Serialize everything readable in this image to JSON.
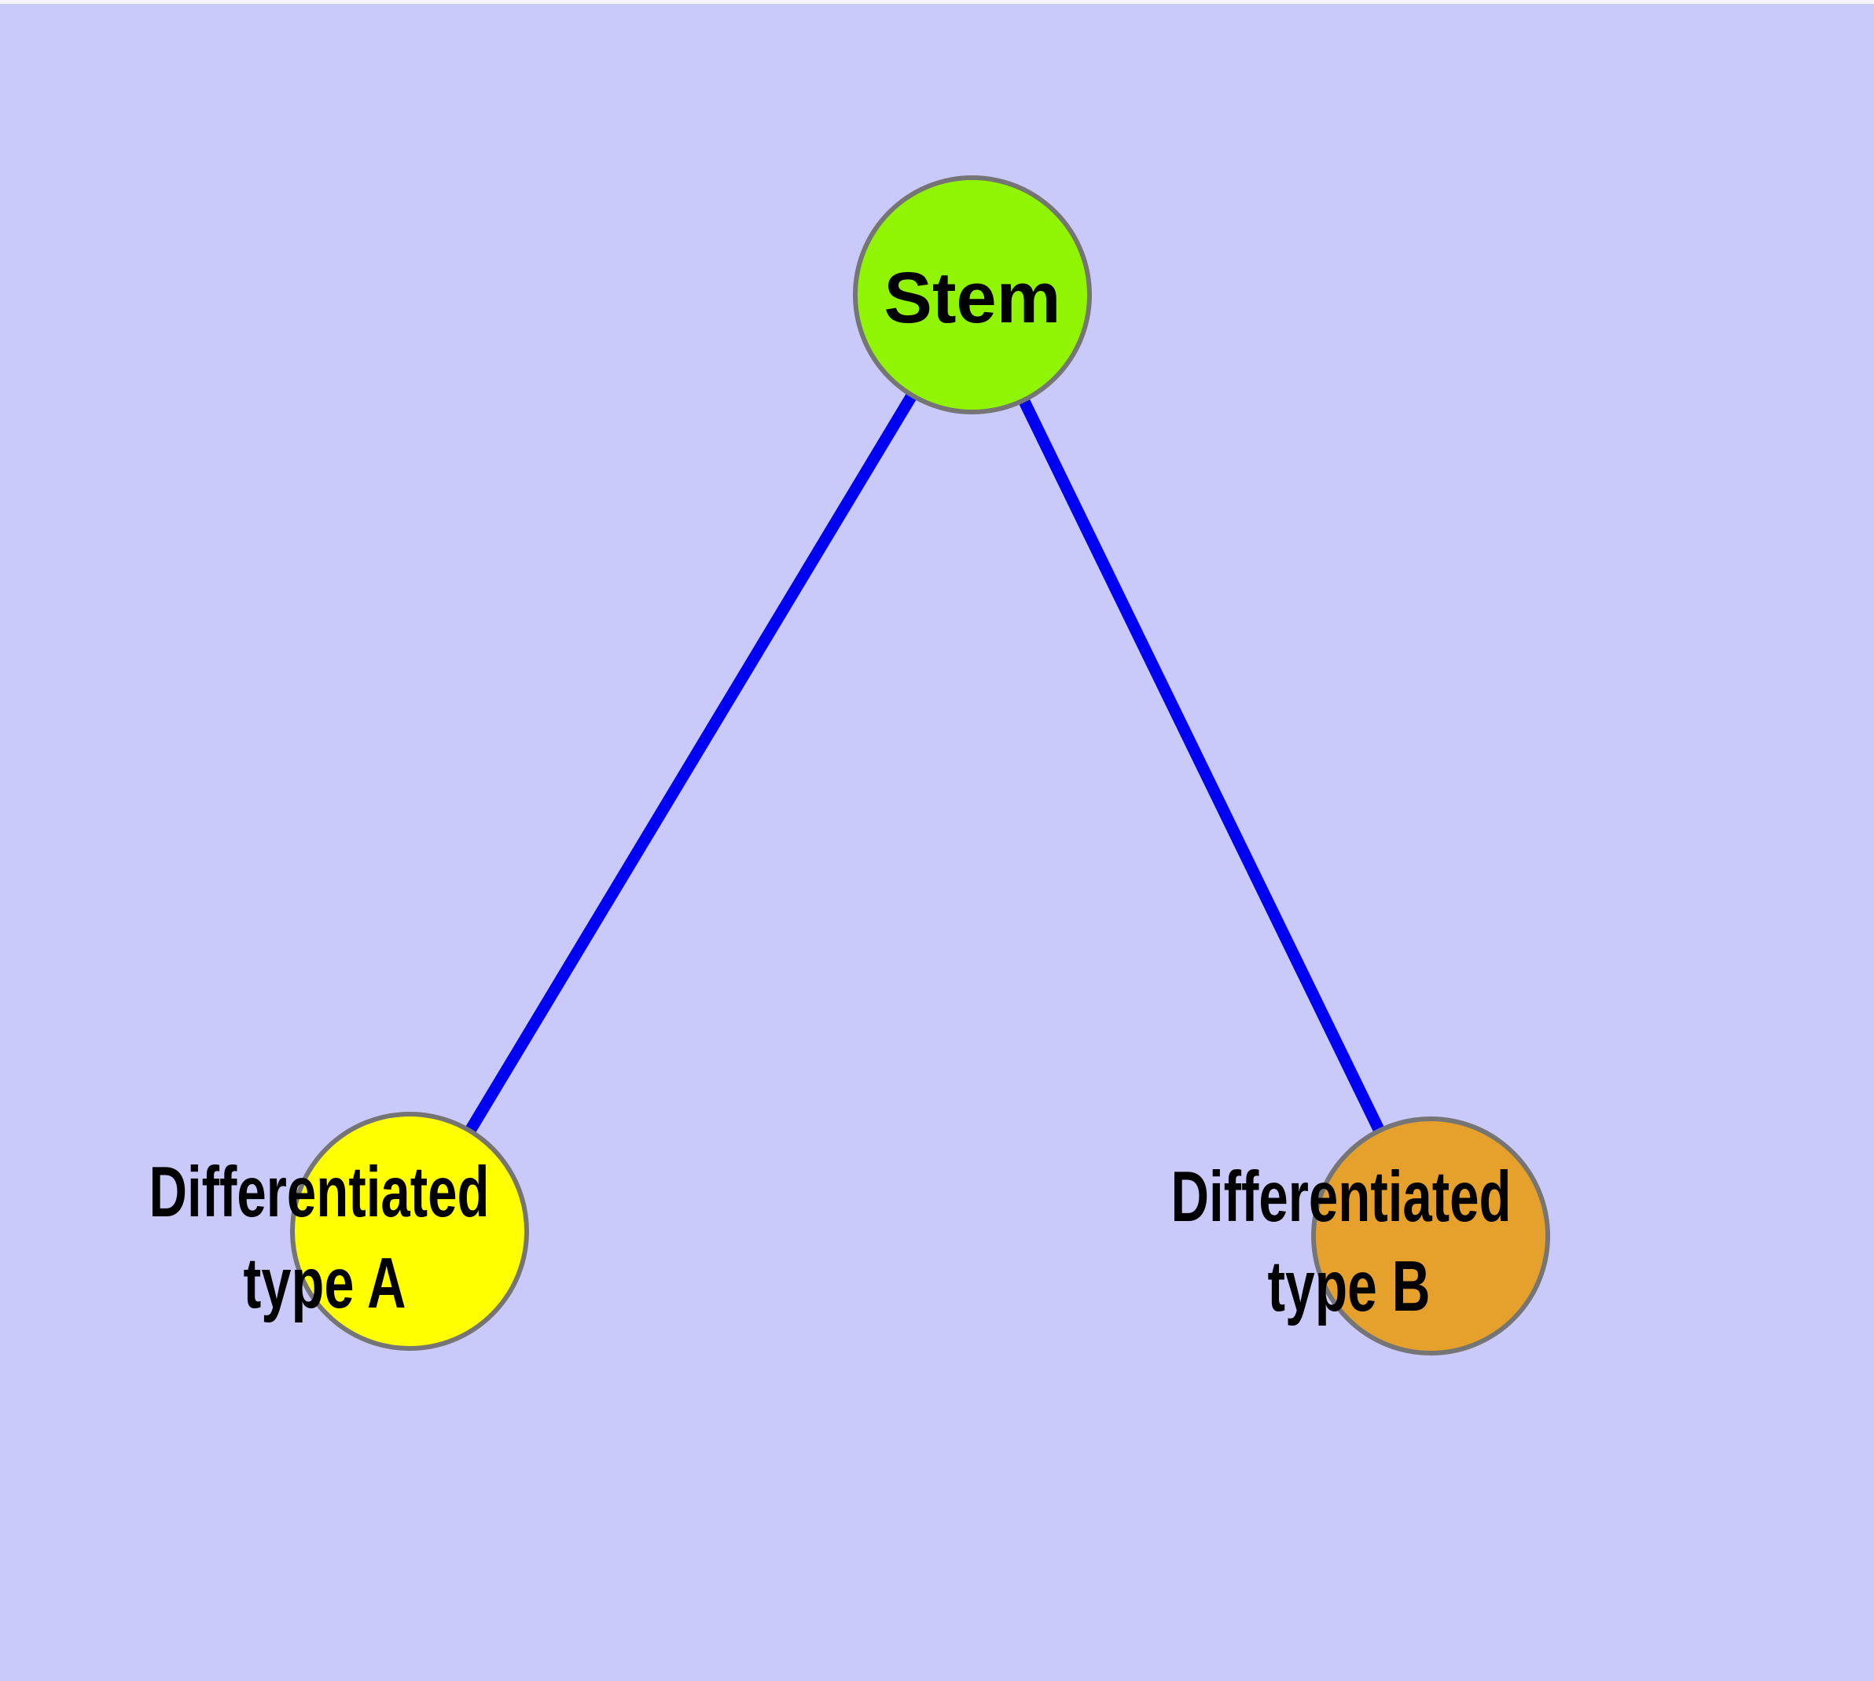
{
  "diagram": {
    "background_color": "#CACAFA",
    "top_strip_color": "#F4F4FA",
    "edge_color": "#0000F2",
    "node_border_color": "#757575",
    "text_color": "#000000",
    "nodes": {
      "stem": {
        "label": "Stem",
        "color": "#90F502"
      },
      "type_a": {
        "label": "Differentiated type A",
        "lines": [
          "Differentiated",
          "type A"
        ],
        "color": "#FFFF00"
      },
      "type_b": {
        "label": "Differentiated type B",
        "lines": [
          "Differentiated",
          "type B"
        ],
        "color": "#E6A02C"
      }
    },
    "edges": [
      {
        "from": "Stem",
        "to": "Differentiated type A"
      },
      {
        "from": "Stem",
        "to": "Differentiated type B"
      }
    ]
  }
}
